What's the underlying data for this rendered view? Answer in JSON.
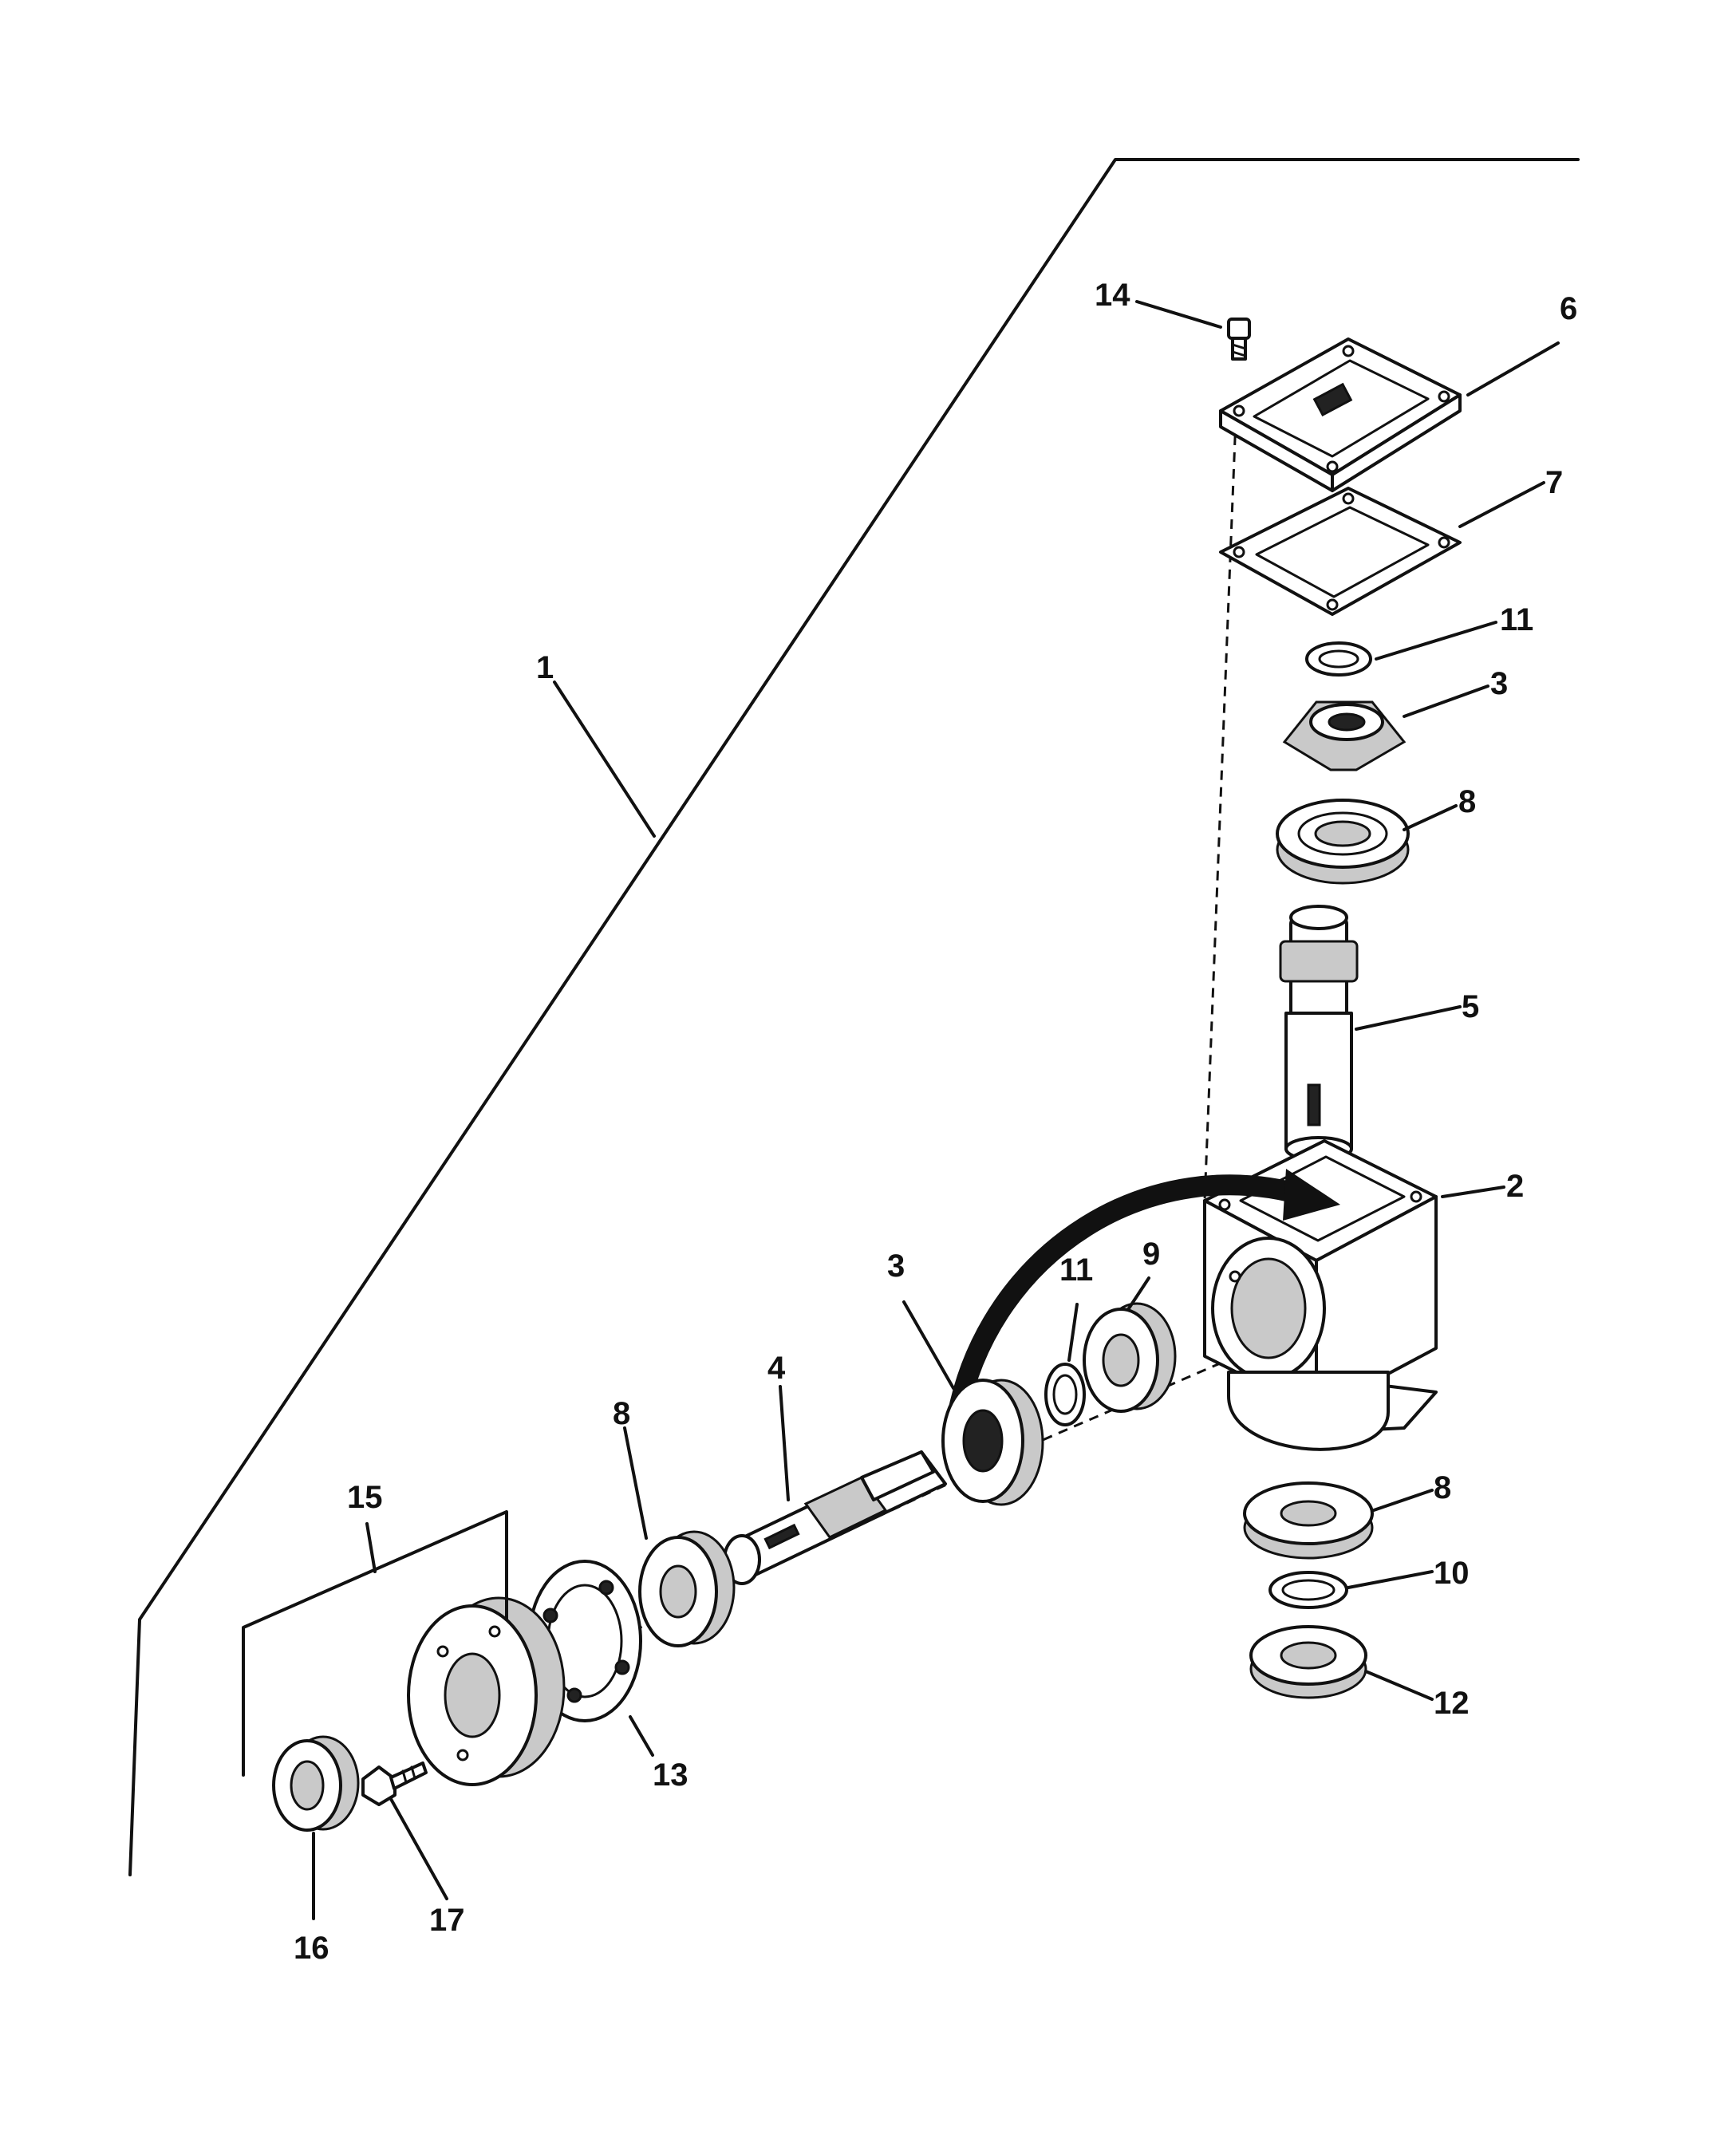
{
  "diagram": {
    "callouts": [
      {
        "id": "c1",
        "label": "1"
      },
      {
        "id": "c14",
        "label": "14"
      },
      {
        "id": "c6",
        "label": "6"
      },
      {
        "id": "c7",
        "label": "7"
      },
      {
        "id": "c11a",
        "label": "11"
      },
      {
        "id": "c3a",
        "label": "3"
      },
      {
        "id": "c8a",
        "label": "8"
      },
      {
        "id": "c5",
        "label": "5"
      },
      {
        "id": "c2",
        "label": "2"
      },
      {
        "id": "c3b",
        "label": "3"
      },
      {
        "id": "c11b",
        "label": "11"
      },
      {
        "id": "c9",
        "label": "9"
      },
      {
        "id": "c4",
        "label": "4"
      },
      {
        "id": "c8b",
        "label": "8"
      },
      {
        "id": "c8c",
        "label": "8"
      },
      {
        "id": "c10",
        "label": "10"
      },
      {
        "id": "c12",
        "label": "12"
      },
      {
        "id": "c15",
        "label": "15"
      },
      {
        "id": "c13",
        "label": "13"
      },
      {
        "id": "c16",
        "label": "16"
      },
      {
        "id": "c17",
        "label": "17"
      }
    ]
  },
  "colors": {
    "line": "#111111",
    "shade": "#c9c9c9",
    "background": "#ffffff"
  }
}
